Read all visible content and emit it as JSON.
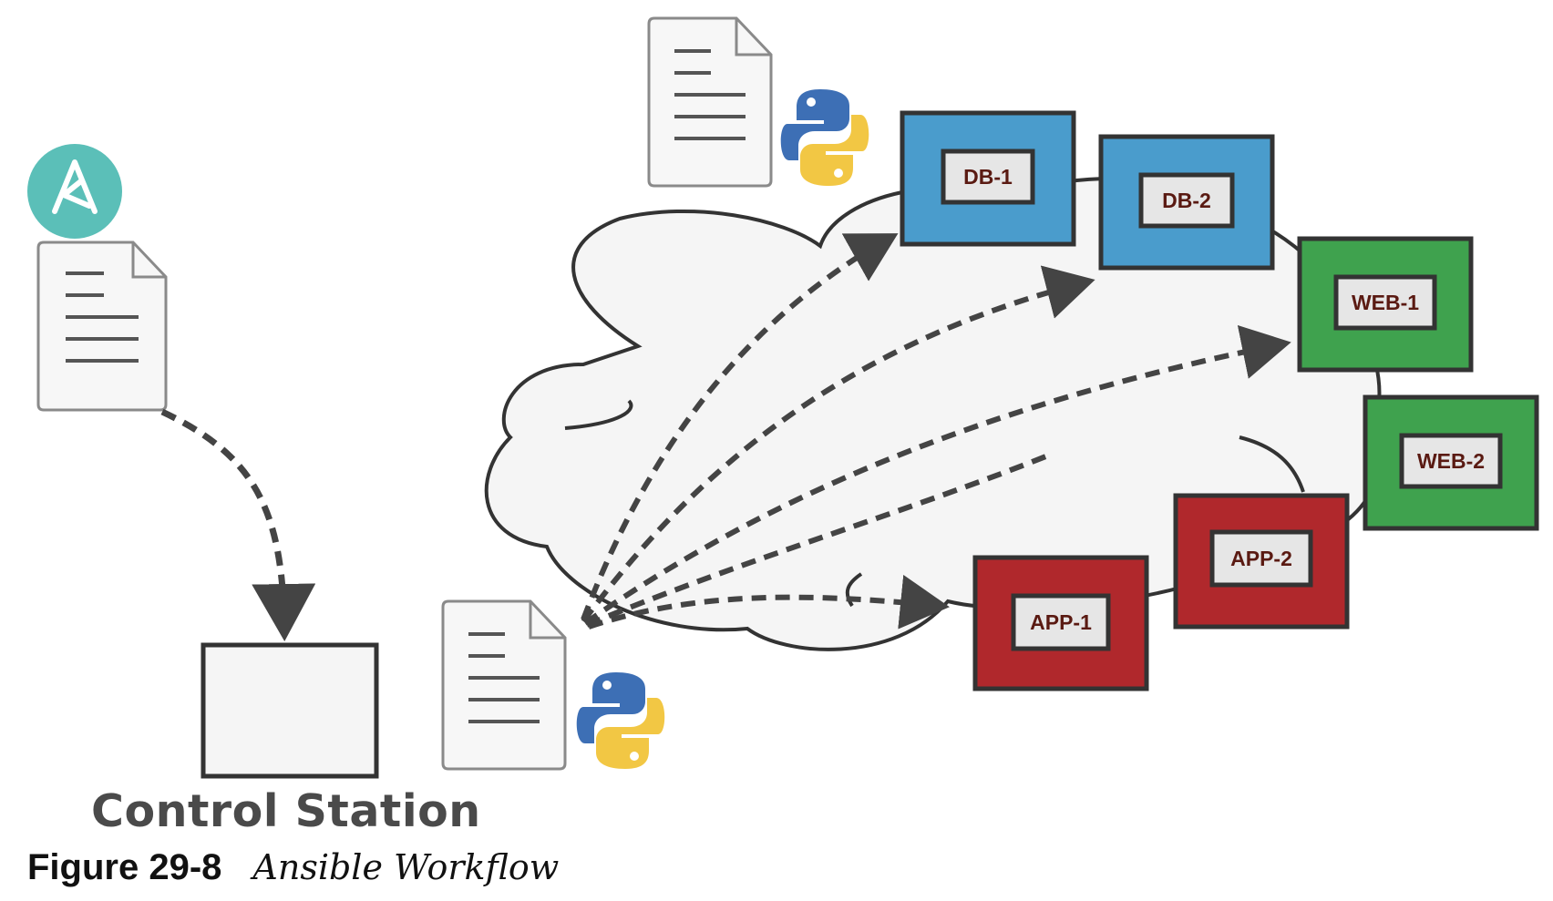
{
  "diagram": {
    "control_station_label": "Control Station",
    "caption": {
      "number": "Figure 29-8",
      "title": "Ansible Workflow"
    },
    "colors": {
      "db": "#4a9ccc",
      "web": "#3fa24e",
      "app": "#b0282c",
      "ansible_badge": "#5bbfb8",
      "python_blue": "#3d6fb5",
      "python_yellow": "#f2c744",
      "outline": "#333333",
      "arrow": "#444444"
    },
    "nodes": [
      {
        "id": "db-1",
        "label": "DB-1",
        "group": "db"
      },
      {
        "id": "db-2",
        "label": "DB-2",
        "group": "db"
      },
      {
        "id": "web-1",
        "label": "WEB-1",
        "group": "web"
      },
      {
        "id": "web-2",
        "label": "WEB-2",
        "group": "web"
      },
      {
        "id": "app-2",
        "label": "APP-2",
        "group": "app"
      },
      {
        "id": "app-1",
        "label": "APP-1",
        "group": "app"
      }
    ],
    "icons": [
      "ansible-logo-icon",
      "playbook-document-icon",
      "document-icon",
      "python-logo-icon"
    ]
  }
}
